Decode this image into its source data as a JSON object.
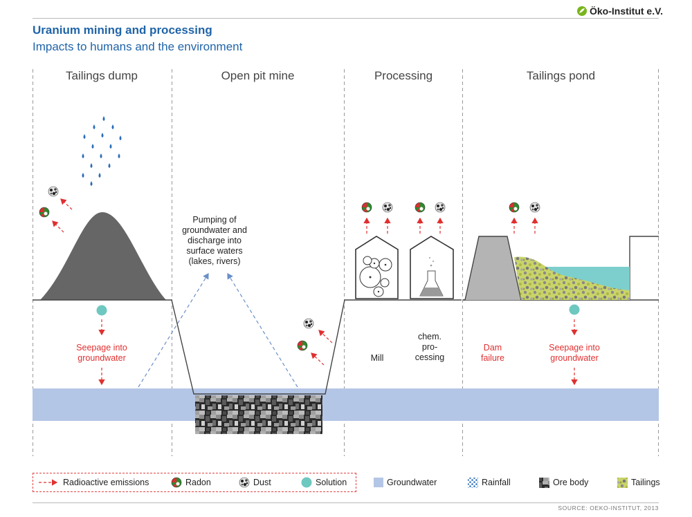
{
  "header": {
    "title": "Uranium mining and processing",
    "subtitle": "Impacts to humans and the environment",
    "logo_text": "Öko-Institut e.V."
  },
  "sections": [
    {
      "title": "Tailings dump"
    },
    {
      "title": "Open pit mine"
    },
    {
      "title": "Processing"
    },
    {
      "title": "Tailings pond"
    }
  ],
  "labels": {
    "pumping": [
      "Pumping of",
      "groundwater and",
      "discharge into",
      "surface waters",
      "(lakes, rivers)"
    ],
    "seepage_left": [
      "Seepage into",
      "groundwater"
    ],
    "seepage_right": [
      "Seepage into",
      "groundwater"
    ],
    "mill": "Mill",
    "chem": [
      "chem.",
      "pro-",
      "cessing"
    ],
    "dam": [
      "Dam",
      "failure"
    ]
  },
  "legend": {
    "radioactive": "Radioactive emissions",
    "radon": "Radon",
    "dust": "Dust",
    "solution": "Solution",
    "groundwater": "Groundwater",
    "rainfall": "Rainfall",
    "ore_body": "Ore body",
    "tailings": "Tailings"
  },
  "colors": {
    "title_blue": "#2064a8",
    "groundwater": "#b4c6e6",
    "emission_red": "#e03030",
    "solution_teal": "#6ec8c0",
    "pond_water": "#7ccfcc",
    "dump_grey": "#666666",
    "dam_grey": "#b4b4b4",
    "logo_green": "#7ab51d"
  },
  "source": "SOURCE: OEKO-INSTITUT, 2013"
}
